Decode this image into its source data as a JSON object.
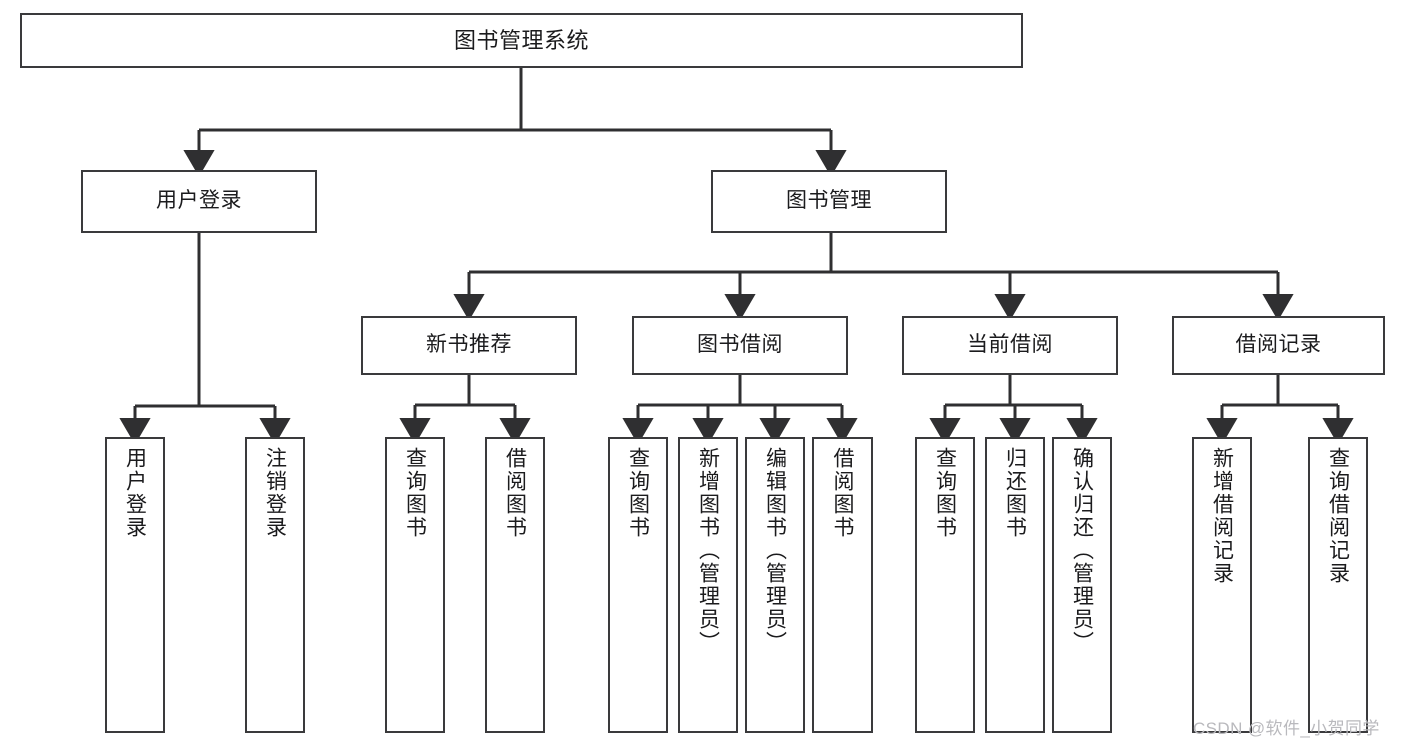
{
  "diagram": {
    "title": "图书管理系统",
    "type": "hierarchy-tree",
    "stroke_color": "#3a3a3c",
    "text_color": "#1b1b1d",
    "background_color": "#ffffff",
    "root": {
      "label": "图书管理系统",
      "children": [
        {
          "label": "用户登录",
          "children": [
            {
              "label": "用户登录"
            },
            {
              "label": "注销登录"
            }
          ]
        },
        {
          "label": "图书管理",
          "children": [
            {
              "label": "新书推荐",
              "children": [
                {
                  "label": "查询图书"
                },
                {
                  "label": "借阅图书"
                }
              ]
            },
            {
              "label": "图书借阅",
              "children": [
                {
                  "label": "查询图书"
                },
                {
                  "label": "新增图书（管理员）"
                },
                {
                  "label": "编辑图书（管理员）"
                },
                {
                  "label": "借阅图书"
                }
              ]
            },
            {
              "label": "当前借阅",
              "children": [
                {
                  "label": "查询图书"
                },
                {
                  "label": "归还图书"
                },
                {
                  "label": "确认归还（管理员）"
                }
              ]
            },
            {
              "label": "借阅记录",
              "children": [
                {
                  "label": "新增借阅记录"
                },
                {
                  "label": "查询借阅记录"
                }
              ]
            }
          ]
        }
      ]
    },
    "nodes": {
      "root": "图书管理系统",
      "l2_user_login": "用户登录",
      "l2_book_manage": "图书管理",
      "l3_new_book_rec": "新书推荐",
      "l3_book_borrow": "图书借阅",
      "l3_current_borrow": "当前借阅",
      "l3_borrow_record": "借阅记录",
      "leaf_user_login": "用户登录",
      "leaf_logout": "注销登录",
      "leaf_rec_query_book": "查询图书",
      "leaf_rec_borrow_book": "借阅图书",
      "leaf_borrow_query_book": "查询图书",
      "leaf_borrow_add_book": "新增图书（管理员）",
      "leaf_borrow_edit_book": "编辑图书（管理员）",
      "leaf_borrow_borrow_book": "借阅图书",
      "leaf_cur_query_book": "查询图书",
      "leaf_cur_return_book": "归还图书",
      "leaf_cur_confirm_return": "确认归还（管理员）",
      "leaf_rec_add_record": "新增借阅记录",
      "leaf_rec_query_record": "查询借阅记录"
    }
  },
  "watermark": {
    "text": "CSDN @软件_小贺同学"
  }
}
